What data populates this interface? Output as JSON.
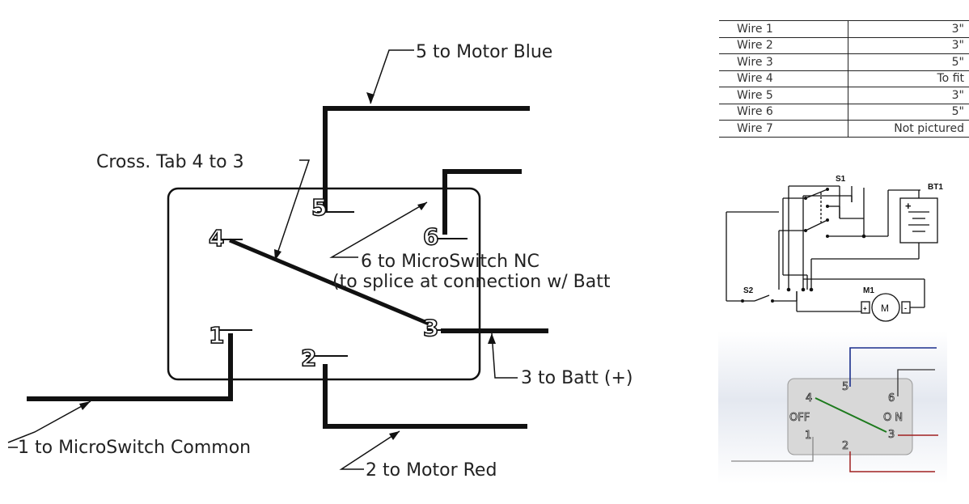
{
  "labels": {
    "wire5": "5 to Motor Blue",
    "cross_tab": "Cross. Tab 4 to 3",
    "wire6_line1": "6 to MicroSwitch NC",
    "wire6_line2": "(to splice at connection w/ Batt",
    "wire3": "3 to Batt (+)",
    "wire1": "1 to MicroSwitch Common",
    "wire2": "2 to Motor Red"
  },
  "pins": [
    "1",
    "2",
    "3",
    "4",
    "5",
    "6"
  ],
  "wire_table": [
    {
      "name": "Wire 1",
      "length": "3\""
    },
    {
      "name": "Wire 2",
      "length": "3\""
    },
    {
      "name": "Wire 3",
      "length": "5\""
    },
    {
      "name": "Wire 4",
      "length": "To fit"
    },
    {
      "name": "Wire 5",
      "length": "3\""
    },
    {
      "name": "Wire 6",
      "length": "5\""
    },
    {
      "name": "Wire 7",
      "length": "Not pictured"
    }
  ],
  "schematic": {
    "s1": "S1",
    "bt1": "BT1",
    "s2": "S2",
    "m1": "M1",
    "motor": "M",
    "plus": "+",
    "minus": "-"
  },
  "model": {
    "off": "OFF",
    "on": "O N",
    "pins": [
      "1",
      "2",
      "3",
      "4",
      "5",
      "6"
    ],
    "colors": {
      "wire5": "#1a2f8c",
      "wire6": "#333333",
      "wire3": "#a02020",
      "wire2": "#a02020",
      "wire1": "#888888",
      "jumper": "#1d7a1d",
      "body": "#d8d8d8"
    }
  }
}
